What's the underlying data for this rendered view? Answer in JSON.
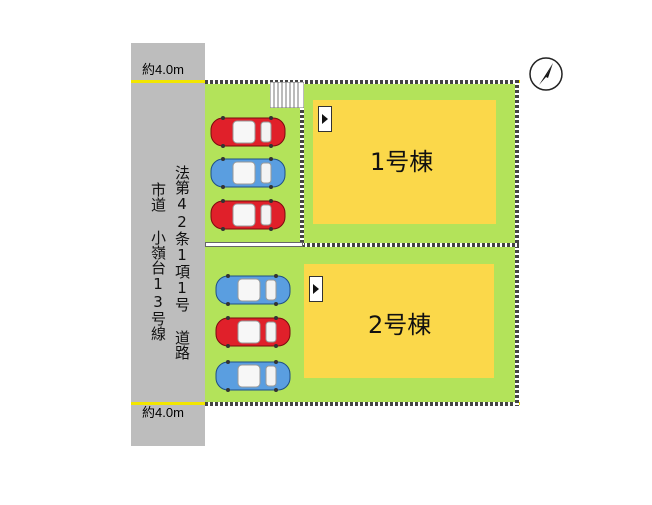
{
  "road": {
    "width_top": "約4.0m",
    "width_bottom": "約4.0m",
    "label_primary": "法第42条1項1号 道路",
    "label_secondary": "市道 小嶺台13号線"
  },
  "lots": [
    {
      "name": "1号棟"
    },
    {
      "name": "2号棟"
    }
  ],
  "colors": {
    "road": "#bdbdbd",
    "lot": "#b3e35a",
    "building": "#fbd84a",
    "width_line": "#f2e600",
    "car_red": "#e0202a",
    "car_blue": "#5a9ee0"
  },
  "icons": {
    "north": "north-arrow-icon",
    "entrance": "entrance-arrow-icon",
    "car": "car-icon",
    "stairs": "stairs-icon"
  }
}
